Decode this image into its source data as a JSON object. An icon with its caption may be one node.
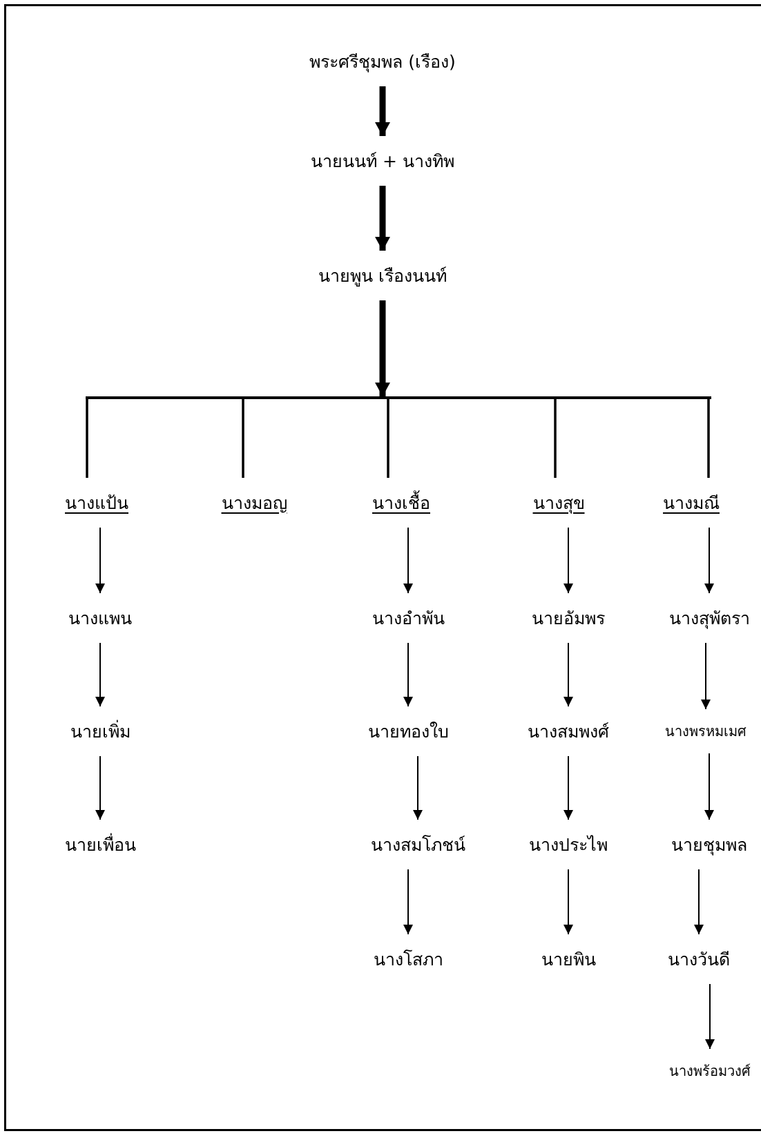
{
  "diagram": {
    "nodes": [
      {
        "text": [
          "พระศรีชุมพล (เรือง)"
        ]
      },
      {
        "text": [
          "นายนนท์ + นางทิพ"
        ]
      },
      {
        "text": [
          "นายพูน เรืองนนท์"
        ]
      },
      {
        "text": [],
        "shape": "bar"
      },
      {
        "text": [
          "นางแป้น"
        ]
      },
      {
        "text": [
          "นางมอญ"
        ]
      },
      {
        "text": [
          "นางเชื้อ"
        ]
      },
      {
        "text": [
          "นางสุข"
        ]
      },
      {
        "text": [
          "นางมณี"
        ]
      },
      {
        "text": [
          "นางแพน"
        ]
      },
      {
        "text": [
          "นายเพิ่ม"
        ]
      },
      {
        "text": [
          "นายเพื่อน"
        ]
      },
      {
        "text": [
          "นางอำพัน"
        ]
      },
      {
        "text": [
          "นายทองใบ"
        ]
      },
      {
        "text": [
          "นางสมโภชน์"
        ]
      },
      {
        "text": [
          "นางโสภา"
        ]
      },
      {
        "text": [
          "นายอัมพร"
        ]
      },
      {
        "text": [
          "นางสมพงศ์"
        ]
      },
      {
        "text": [
          "นางประไพ"
        ]
      },
      {
        "text": [
          "นายพิน"
        ]
      },
      {
        "text": [
          "นางสุพัตรา"
        ]
      },
      {
        "text": [
          "นางพรหมเมศ"
        ]
      },
      {
        "text": [
          "นายชุมพล"
        ]
      },
      {
        "text": [
          "นางวันดี"
        ]
      },
      {
        "text": [
          "นางพร้อมวงศ์"
        ]
      }
    ],
    "edges": [
      {
        "from": 0,
        "to": 1,
        "arrow": "to",
        "style": "thick"
      },
      {
        "from": 1,
        "to": 2,
        "arrow": "to",
        "style": "thick"
      },
      {
        "from": 2,
        "to": 3,
        "arrow": "to",
        "style": "thick"
      },
      {
        "from": 3,
        "to": 4,
        "arrow": "none"
      },
      {
        "from": 3,
        "to": 5,
        "arrow": "none"
      },
      {
        "from": 3,
        "to": 6,
        "arrow": "none"
      },
      {
        "from": 3,
        "to": 7,
        "arrow": "none"
      },
      {
        "from": 3,
        "to": 8,
        "arrow": "none"
      },
      {
        "from": 4,
        "to": 9,
        "arrow": "to"
      },
      {
        "from": 9,
        "to": 10,
        "arrow": "to"
      },
      {
        "from": 10,
        "to": 11,
        "arrow": "to"
      },
      {
        "from": 6,
        "to": 12,
        "arrow": "to"
      },
      {
        "from": 12,
        "to": 13,
        "arrow": "to"
      },
      {
        "from": 13,
        "to": 14,
        "arrow": "to"
      },
      {
        "from": 14,
        "to": 15,
        "arrow": "to"
      },
      {
        "from": 7,
        "to": 16,
        "arrow": "to"
      },
      {
        "from": 16,
        "to": 17,
        "arrow": "to"
      },
      {
        "from": 17,
        "to": 18,
        "arrow": "to"
      },
      {
        "from": 18,
        "to": 19,
        "arrow": "to"
      },
      {
        "from": 8,
        "to": 20,
        "arrow": "to"
      },
      {
        "from": 20,
        "to": 21,
        "arrow": "to"
      },
      {
        "from": 21,
        "to": 22,
        "arrow": "to"
      },
      {
        "from": 22,
        "to": 23,
        "arrow": "to"
      },
      {
        "from": 23,
        "to": 24,
        "arrow": "to"
      }
    ]
  }
}
